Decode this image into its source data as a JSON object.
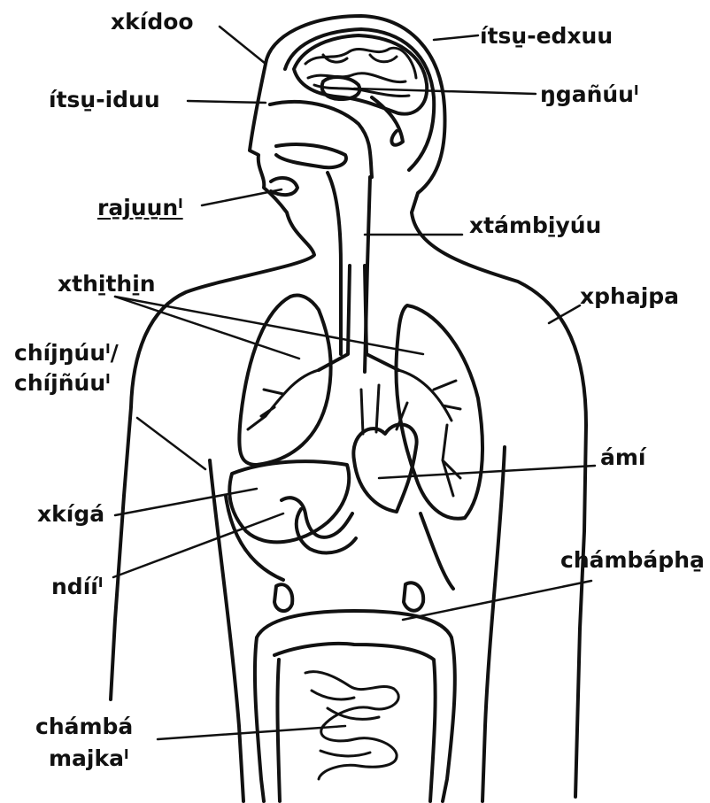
{
  "labels": {
    "skull": "xkídoo",
    "brain": "ítsu̱-edxuu",
    "nasal_cavity": "ítsu̱-iduu",
    "cerebellum": "ŋgañúuˡ",
    "mouth": "ra̱ju̱u̱nˡ",
    "trachea": "xtámbi̱yúu",
    "lungs": "xthi̱thi̱n",
    "body_skin": "xphajpa",
    "ribs_line1": "chíjŋúuˡ/",
    "ribs_line2": "chíjñúuˡ",
    "heart": "ámí",
    "liver": "xkígá",
    "large_intestine": "chámbápha̱",
    "stomach": "ndííˡ",
    "small_intestine_line1": "chámbá",
    "small_intestine_line2": "majkaˡ"
  },
  "colors": {
    "ink": "#111111",
    "background": "#ffffff"
  }
}
